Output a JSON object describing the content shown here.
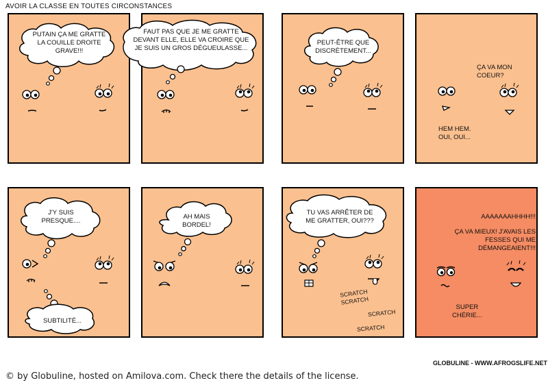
{
  "title": "AVOIR LA CLASSE EN TOUTES CIRCONSTANCES",
  "credit": "GLOBULINE - WWW.AFROGSLIFE.NET",
  "license": "© by Globuline, hosted on Amilova.com. Check there the details of the license.",
  "panels": [
    {
      "thought": "PUTAIN ÇA ME GRATTE\nLA COUILLE DROITE\nGRAVE!!!"
    },
    {
      "thought": "FAUT PAS QUE JE ME GRATTE\nDEVANT ELLE, ELLE VA CROIRE QUE\nJE SUIS UN GROS DÉGUEULASSE..."
    },
    {
      "thought": "PEUT-ÊTRE QUE\nDISCRÈTEMENT..."
    },
    {
      "speech_right": "ÇA VA MON\nCOEUR?",
      "speech_left": "HEM HEM.\nOUI, OUI..."
    },
    {
      "thought": "J'Y SUIS\nPRESQUE....",
      "thought2": "SUBTILITÉ..."
    },
    {
      "thought": "AH MAIS\nBORDEL!"
    },
    {
      "thought": "TU VAS ARRÊTER DE\nME GRATTER, OUI???",
      "sfx": [
        "SCRATCH\nSCRATCH",
        "SCRATCH",
        "SCRATCH"
      ]
    },
    {
      "speech_top": "AAAAAAAHHHH!!!",
      "speech_mid": "ÇA VA MIEUX! J'AVAIS LES\nFESSES QUI ME\nDÉMANGEAIENT!!!",
      "speech_left": "SUPER\nCHÉRIE..."
    }
  ]
}
